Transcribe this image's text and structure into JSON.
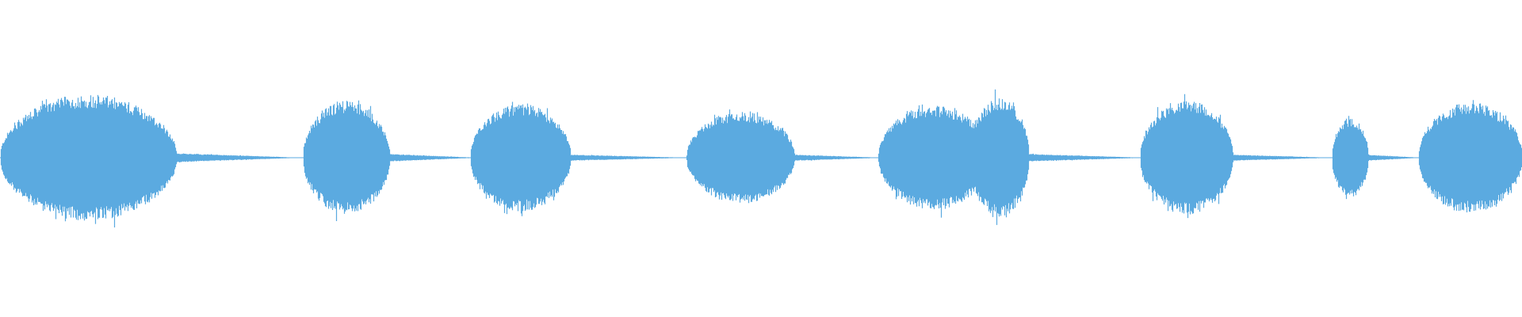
{
  "waveform": {
    "color": "#5baae0",
    "background": "#ffffff",
    "bursts": [
      {
        "start": 0.0,
        "end": 0.116,
        "amplitude": 0.8
      },
      {
        "start": 0.199,
        "end": 0.256,
        "amplitude": 0.72
      },
      {
        "start": 0.309,
        "end": 0.375,
        "amplitude": 0.68
      },
      {
        "start": 0.451,
        "end": 0.522,
        "amplitude": 0.58
      },
      {
        "start": 0.577,
        "end": 0.65,
        "amplitude": 0.66
      },
      {
        "start": 0.637,
        "end": 0.676,
        "amplitude": 0.76
      },
      {
        "start": 0.749,
        "end": 0.81,
        "amplitude": 0.72
      },
      {
        "start": 0.875,
        "end": 0.899,
        "amplitude": 0.5
      },
      {
        "start": 0.932,
        "end": 1.0,
        "amplitude": 0.7
      }
    ],
    "tails": [
      {
        "start": 0.112,
        "end": 0.19,
        "amplitude": 0.06
      },
      {
        "start": 0.253,
        "end": 0.308,
        "amplitude": 0.05
      },
      {
        "start": 0.372,
        "end": 0.445,
        "amplitude": 0.04
      },
      {
        "start": 0.52,
        "end": 0.575,
        "amplitude": 0.04
      },
      {
        "start": 0.672,
        "end": 0.745,
        "amplitude": 0.05
      },
      {
        "start": 0.807,
        "end": 0.87,
        "amplitude": 0.04
      },
      {
        "start": 0.897,
        "end": 0.93,
        "amplitude": 0.04
      }
    ]
  }
}
